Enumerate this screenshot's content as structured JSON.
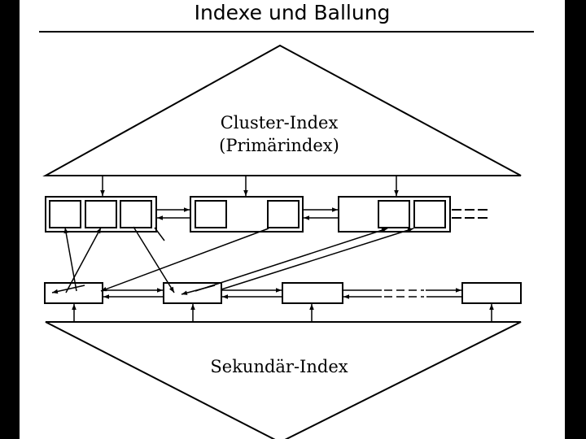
{
  "title": "Indexe und Ballung",
  "cluster_index": {
    "line1": "Cluster-Index",
    "line2": "(Primärindex)"
  },
  "secondary_index": {
    "label": "Sekundär-Index"
  },
  "colors": {
    "ink": "#000000",
    "paper": "#ffffff",
    "frame": "#000000"
  }
}
